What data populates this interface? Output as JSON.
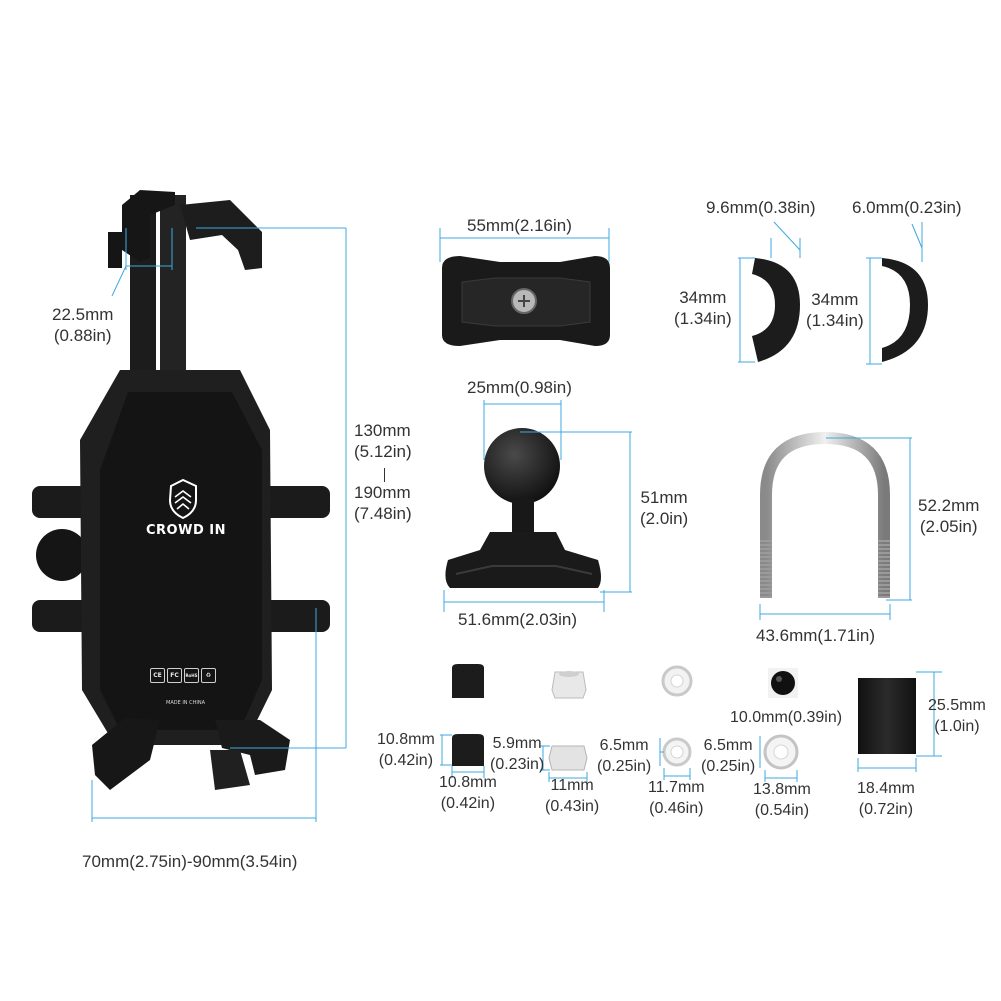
{
  "brand": {
    "logo_text": "CROWD IN",
    "made_in": "MADE IN CHINA",
    "cert_marks": [
      "CE",
      "FC",
      "RoHS",
      "♻"
    ]
  },
  "colors": {
    "dimension_line": "#3da9e0",
    "product_black": "#1a1a1a",
    "text": "#333333"
  },
  "holder": {
    "arm_width": "22.5mm\n(0.88in)",
    "height_closed": "130mm\n(5.12in)",
    "height_open": "190mm\n(7.48in)",
    "width_range": "70mm(2.75in)-90mm(3.54in)"
  },
  "clamp_block": {
    "width": "55mm(2.16in)"
  },
  "rubber_pads": [
    {
      "thickness": "9.6mm(0.38in)",
      "height": "34mm\n(1.34in)"
    },
    {
      "thickness": "6.0mm(0.23in)",
      "height": "34mm\n(1.34in)"
    }
  ],
  "ball_base": {
    "ball_diameter": "25mm(0.98in)",
    "height": "51mm\n(2.0in)",
    "base_width": "51.6mm(2.03in)"
  },
  "u_bolt": {
    "height": "52.2mm\n(2.05in)",
    "width": "43.6mm(1.71in)"
  },
  "small_parts": {
    "cap_height": "10.8mm\n(0.42in)",
    "cap_width": "10.8mm\n(0.42in)",
    "nut_height": "5.9mm\n(0.23in)",
    "nut_width": "11mm\n(0.43in)",
    "washer_small_thickness": "6.5mm\n(0.25in)",
    "washer_small_diameter": "11.7mm\n(0.46in)",
    "washer_large_thickness": "6.5mm\n(0.25in)",
    "washer_large_diameter": "13.8mm\n(0.54in)",
    "dot_diameter": "10.0mm(0.39in)",
    "pad_height": "25.5mm\n(1.0in)",
    "pad_width": "18.4mm\n(0.72in)"
  }
}
